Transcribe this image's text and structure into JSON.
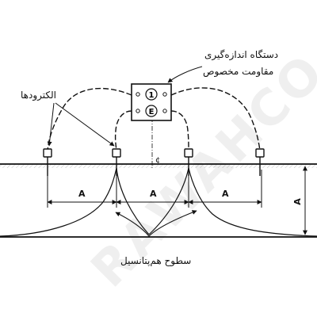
{
  "labels": {
    "device_line1": "دستگاه اندازه‌گیری",
    "device_line2": "مقاومت مخصوص",
    "electrodes": "الکترودها",
    "equipotential_surfaces": "سطوح هم‌پتانسیل",
    "centerline": "¢"
  },
  "instrument": {
    "terminal_1": "1",
    "terminal_2": "E"
  },
  "dimensions": {
    "spacing_1": "A",
    "spacing_2": "A",
    "spacing_3": "A",
    "depth": "A"
  },
  "watermark": "RAWAHCO"
}
